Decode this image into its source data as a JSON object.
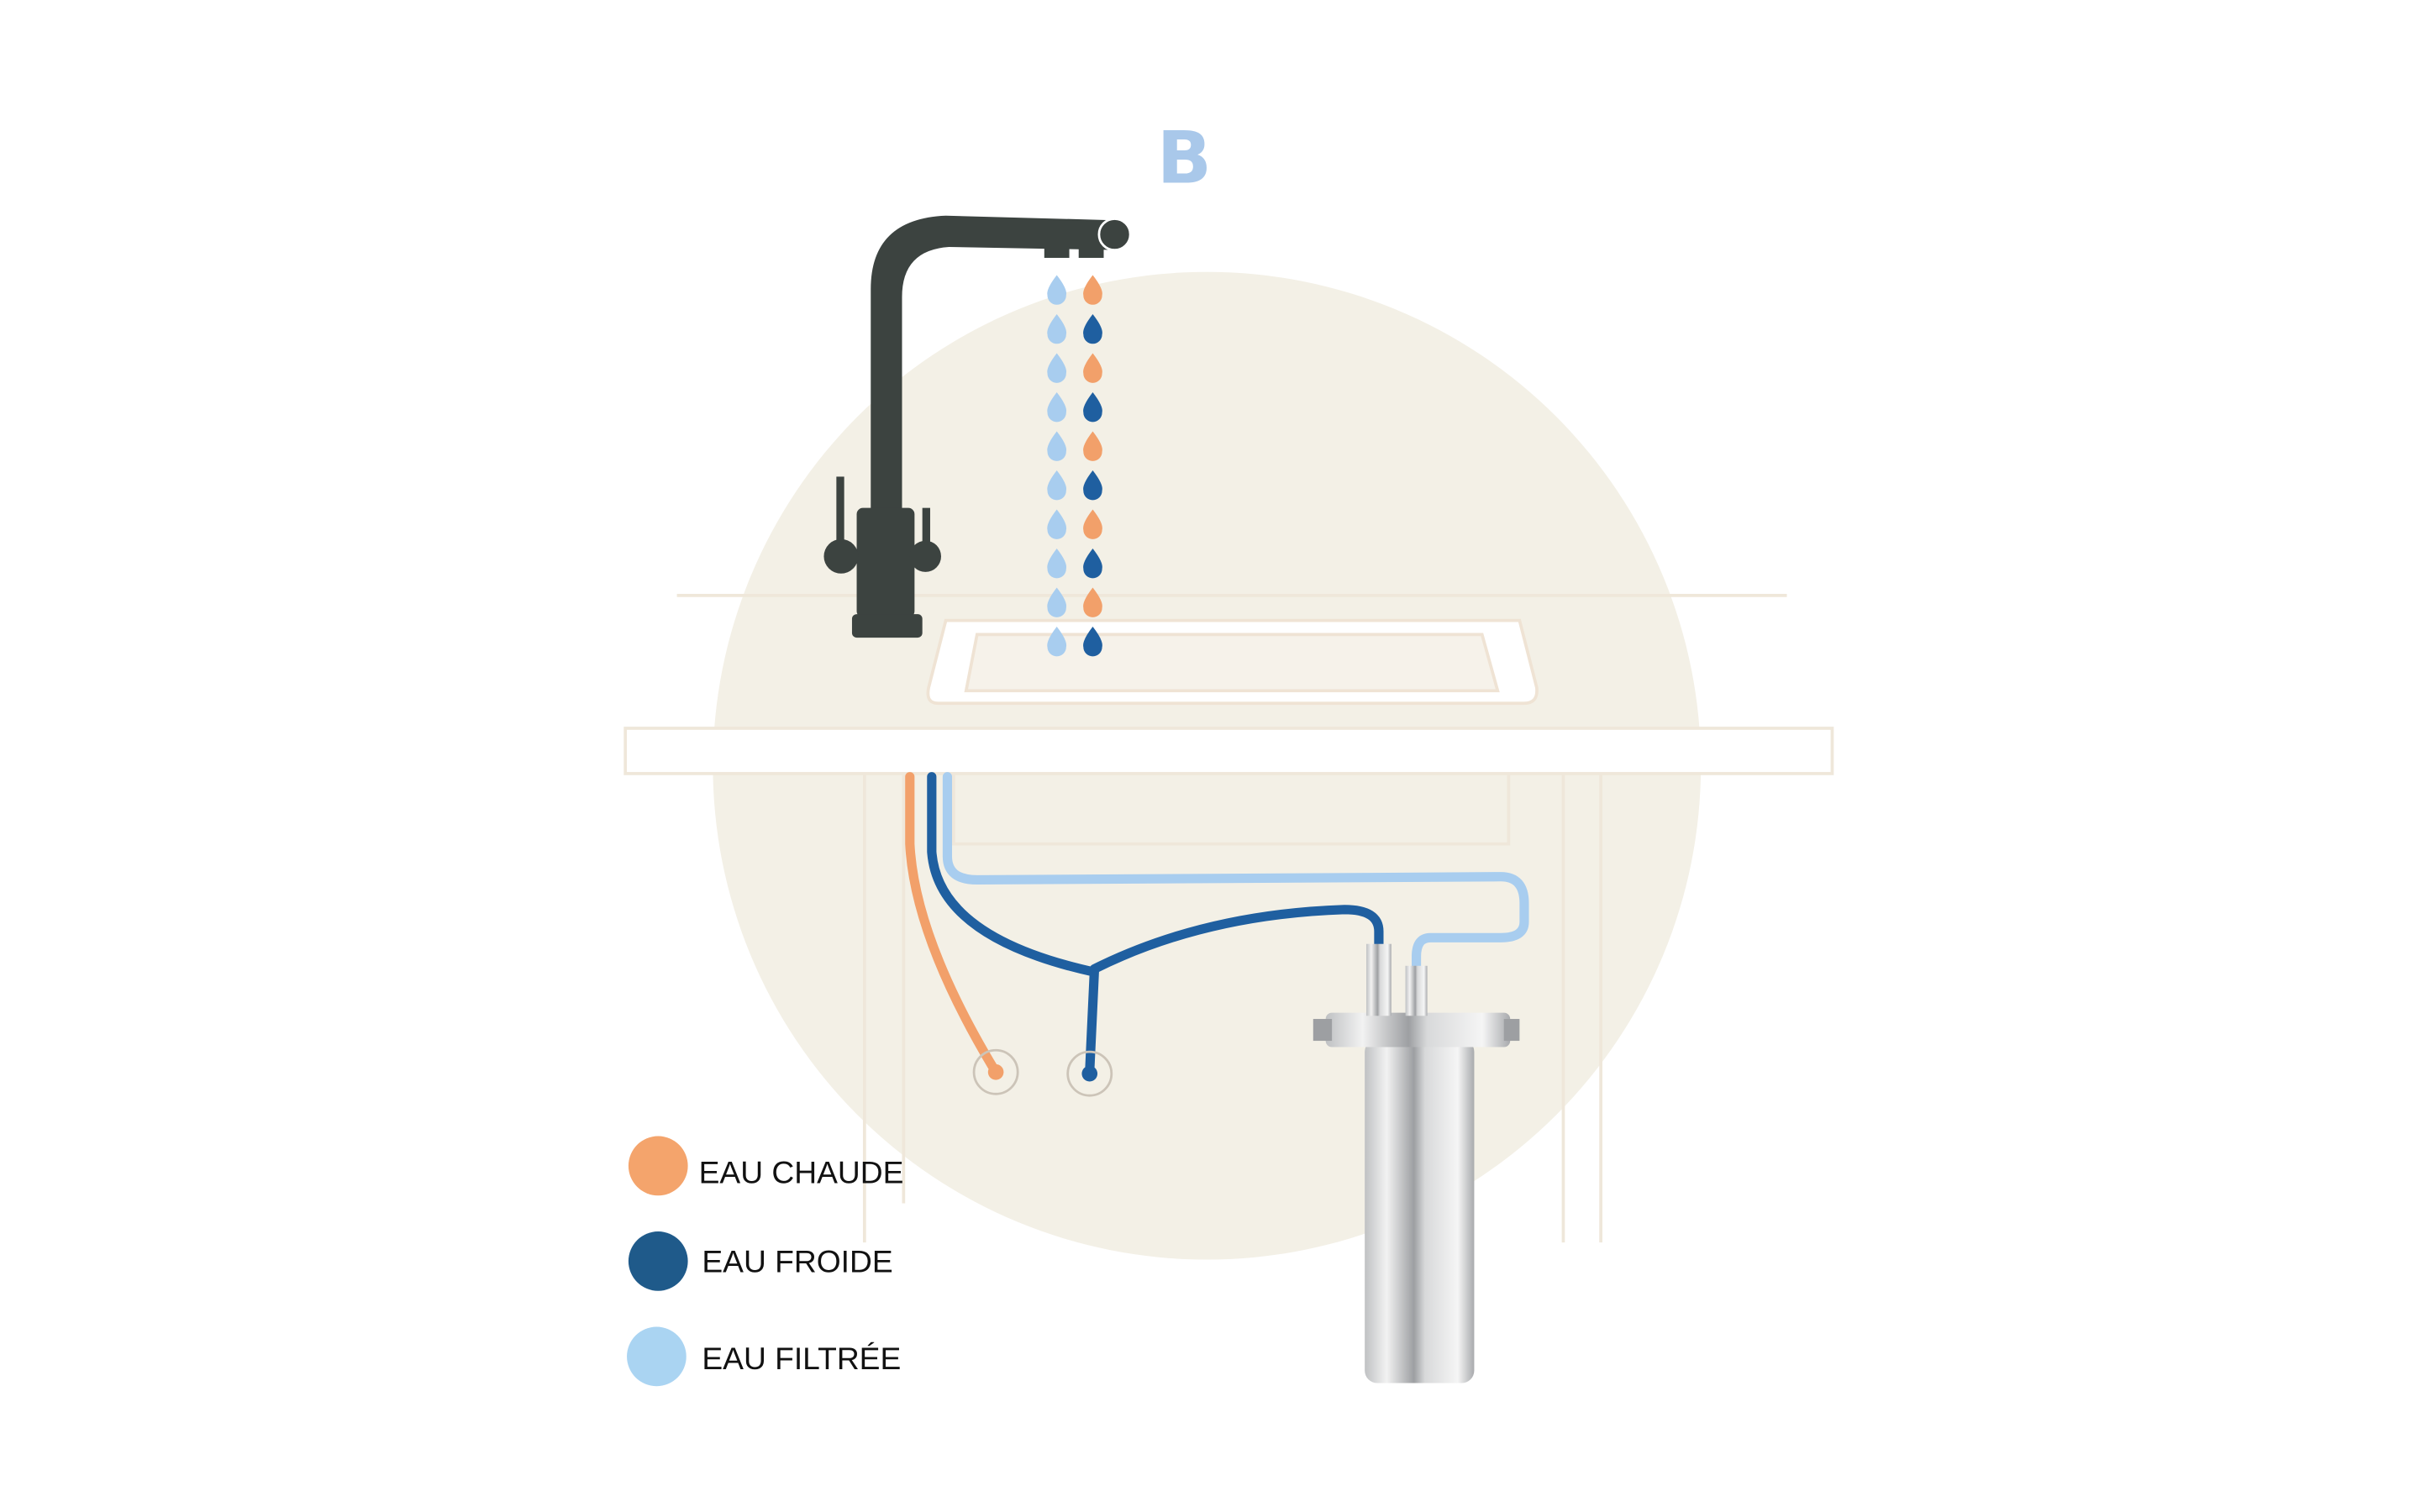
{
  "diagram": {
    "label": "B",
    "colors": {
      "hot": "#f2a06a",
      "cold": "#1f5fa0",
      "filtered": "#a8cdef",
      "faucet": "#3c4340",
      "background_circle": "#f3f0e6",
      "label": "#a9c8ea"
    }
  },
  "legend": {
    "items": [
      {
        "label": "EAU CHAUDE",
        "color": "#f4a46c"
      },
      {
        "label": "EAU FROIDE",
        "color": "#1f5a8a"
      },
      {
        "label": "EAU FILTRÉE",
        "color": "#aad4f2"
      }
    ]
  }
}
